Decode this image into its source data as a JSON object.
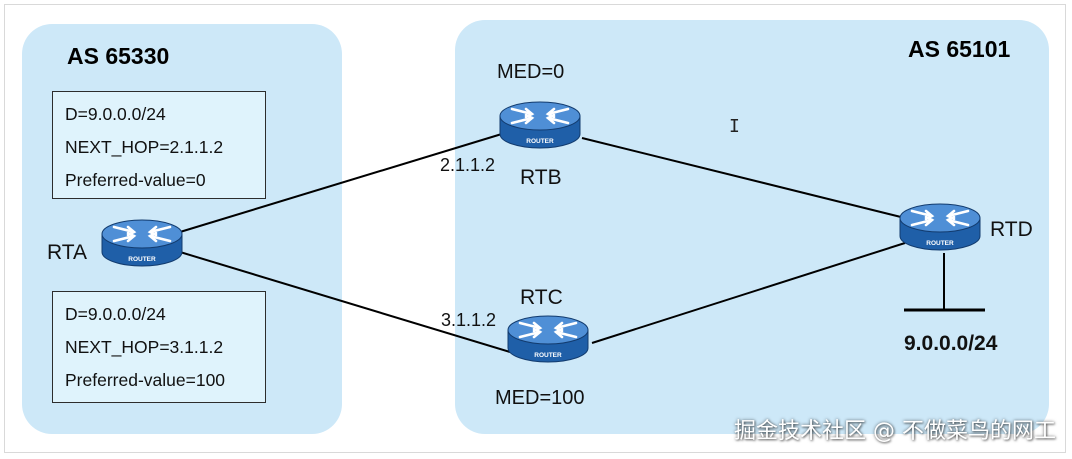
{
  "as_regions": [
    {
      "id": "left",
      "label": "AS 65330"
    },
    {
      "id": "right",
      "label": "AS 65101"
    }
  ],
  "route_boxes": [
    {
      "lines": [
        "D=9.0.0.0/24",
        "NEXT_HOP=2.1.1.2",
        "Preferred-value=0"
      ]
    },
    {
      "lines": [
        "D=9.0.0.0/24",
        "NEXT_HOP=3.1.1.2",
        "Preferred-value=100"
      ]
    }
  ],
  "routers": [
    {
      "name": "RTA",
      "badge": "ROUTER"
    },
    {
      "name": "RTB",
      "badge": "ROUTER"
    },
    {
      "name": "RTC",
      "badge": "ROUTER"
    },
    {
      "name": "RTD",
      "badge": "ROUTER"
    }
  ],
  "ip_labels": [
    "2.1.1.2",
    "3.1.1.2"
  ],
  "med_labels": [
    "MED=0",
    "MED=100"
  ],
  "prefix": "9.0.0.0/24",
  "watermark": "掘金技术社区 @ 不做菜鸟的网工",
  "colors": {
    "as_region": "#cde8f8",
    "route_box_bg": "#dff3fc",
    "router_body": "#1f5fa8",
    "router_top": "#4f8fd6",
    "link": "#000000"
  },
  "icons": [
    "router-icon",
    "text-cursor-icon"
  ]
}
